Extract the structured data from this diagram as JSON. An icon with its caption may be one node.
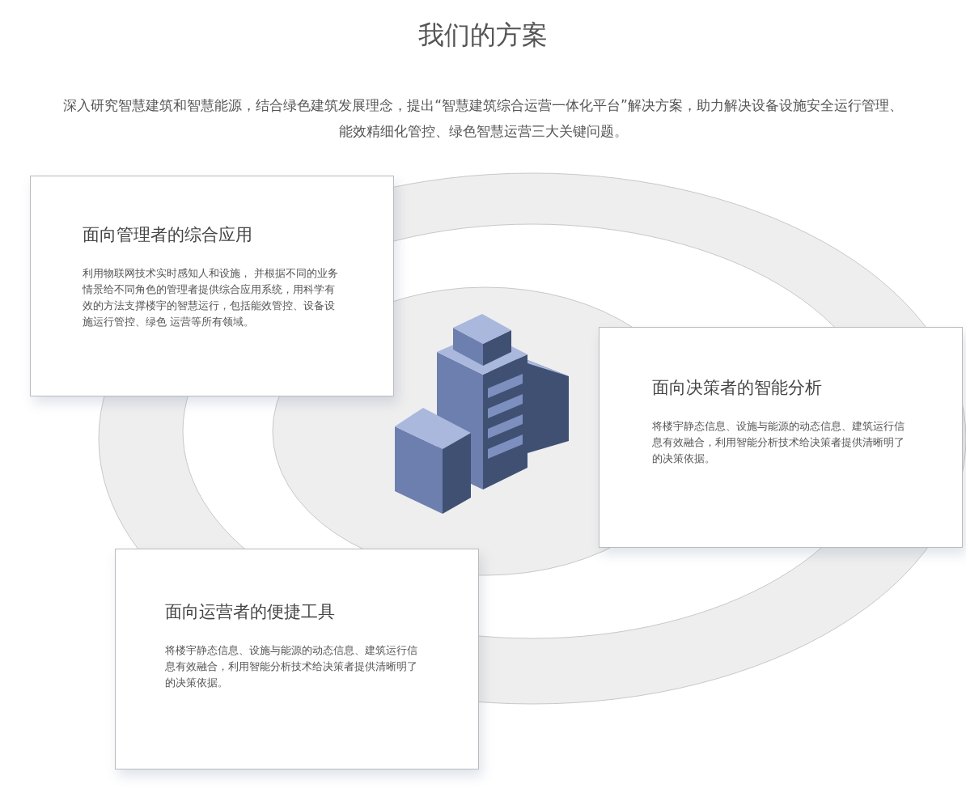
{
  "diagram": {
    "title": "我们的方案",
    "nodes": [
      {
        "text": [
          "面向管理者的综合应用",
          "利用物联网技术实时感知人和设施， 并根据不同的业务情景给不同角色的管理者提供综合应用系统，用科学有效的方法支撑楼宇的智慧运行，包括能效管控、设备设施运行管控、绿色 运营等所有领域。"
        ]
      },
      {
        "text": [
          "面向决策者的智能分析",
          "将楼宇静态信息、设施与能源的动态信息、建筑运行信息有效融合，利用智能分析技术给决策者提供清晰明了的决策依据。"
        ]
      },
      {
        "text": [
          "面向运营者的便捷工具",
          "将楼宇静态信息、设施与能源的动态信息、建筑运行信息有效融合，利用智能分析技术给决策者提供清晰明了的决策依据。"
        ]
      }
    ],
    "labels": [
      "深入研究智慧建筑和智慧能源，结合绿色建筑发展理念，提出“智慧建筑综合运营一体化平台”解决方案，助力解决设备设施安全运行管理、能效精细化管控、绿色智慧运营三大关键问题。"
    ]
  }
}
